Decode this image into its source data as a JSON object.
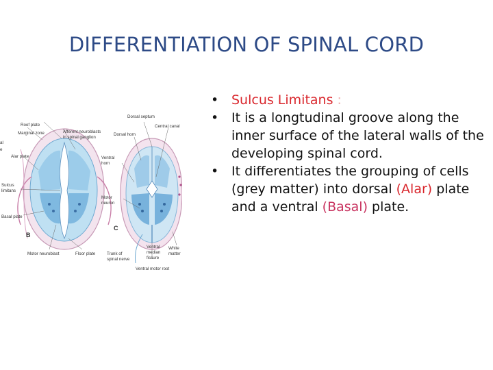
{
  "slide": {
    "title": "DIFFERENTIATION OF SPINAL CORD"
  },
  "bullets": [
    {
      "text_a": "Sulcus Limitans",
      "text_b": " :"
    },
    {
      "text": "It is a longtudinal groove along the inner surface of the lateral walls of the developing spinal cord."
    },
    {
      "text_a": "It differentiates the grouping of cells (grey matter)  into dorsal ",
      "alar": "(Alar)",
      "text_b": " plate and a ventral ",
      "basal": "(Basal)",
      "text_c": " plate."
    }
  ],
  "figure": {
    "labels": {
      "roof_plate": "Roof plate",
      "marginal_zone": "Marginal zone",
      "afferent_1": "Afferent neuroblasts",
      "afferent_2": "in spinal ganglion",
      "alar_plate": "Alar plate",
      "sulcus_1": "Sulcus",
      "sulcus_2": "limitans",
      "basal_plate": "Basal plate",
      "motor_neuroblast": "Motor neuroblast",
      "floor_plate": "Floor plate",
      "dorsal_septum": "Dorsal septum",
      "central_canal": "Central canal",
      "dorsal_horn": "Dorsal horn",
      "ventral_horn_1": "Ventral",
      "ventral_horn_2": "horn",
      "motor_neuron_1": "Motor",
      "motor_neuron_2": "neuron",
      "trunk_1": "Trunk of",
      "trunk_2": "spinal nerve",
      "ventral_median_1": "Ventral",
      "ventral_median_2": "median",
      "ventral_median_3": "fissure",
      "white_matter_1": "White",
      "white_matter_2": "matter",
      "ventral_motor_root": "Ventral motor root",
      "panel_b": "B",
      "panel_c": "C",
      "edge_1": "al",
      "edge_2": "e"
    }
  }
}
